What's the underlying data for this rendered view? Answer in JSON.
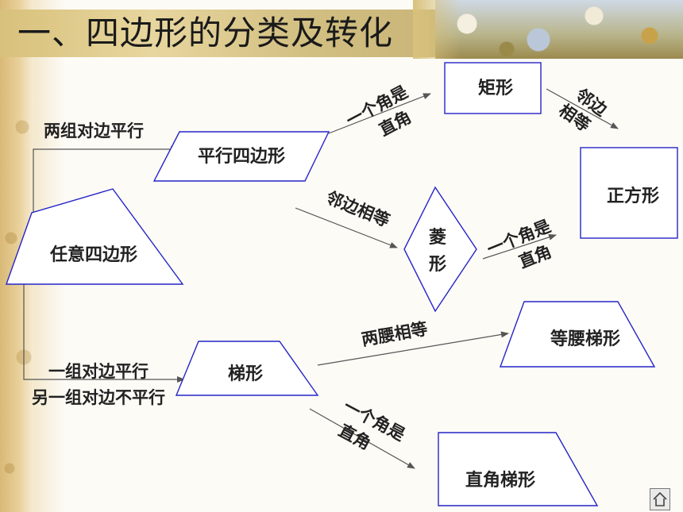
{
  "slide": {
    "title": "一、四边形的分类及转化"
  },
  "diagram": {
    "nodes": [
      {
        "id": "arbitrary",
        "label": "任意四边形"
      },
      {
        "id": "parallelogram",
        "label": "平行四边形"
      },
      {
        "id": "rectangle",
        "label": "矩形"
      },
      {
        "id": "square",
        "label": "正方形"
      },
      {
        "id": "rhombus",
        "label": "菱形"
      },
      {
        "id": "trapezoid",
        "label": "梯形"
      },
      {
        "id": "isosceles_trapezoid",
        "label": "等腰梯形"
      },
      {
        "id": "right_trapezoid",
        "label": "直角梯形"
      }
    ],
    "edges": [
      {
        "from": "arbitrary",
        "to": "parallelogram",
        "label": "两组对边平行"
      },
      {
        "from": "arbitrary",
        "to": "trapezoid",
        "label": "一组对边平行另一组对边不平行"
      },
      {
        "from": "parallelogram",
        "to": "rectangle",
        "label": "一个角是直角"
      },
      {
        "from": "parallelogram",
        "to": "rhombus",
        "label": "邻边相等"
      },
      {
        "from": "rectangle",
        "to": "square",
        "label": "邻边相等"
      },
      {
        "from": "rhombus",
        "to": "square",
        "label": "一个角是直角"
      },
      {
        "from": "trapezoid",
        "to": "isosceles_trapezoid",
        "label": "两腰相等"
      },
      {
        "from": "trapezoid",
        "to": "right_trapezoid",
        "label": "一个角是直角"
      }
    ]
  },
  "colors": {
    "shape_outline": "#2525c8",
    "connector": "#555555",
    "text": "#222222"
  },
  "icons": {
    "nav": "home-icon"
  }
}
